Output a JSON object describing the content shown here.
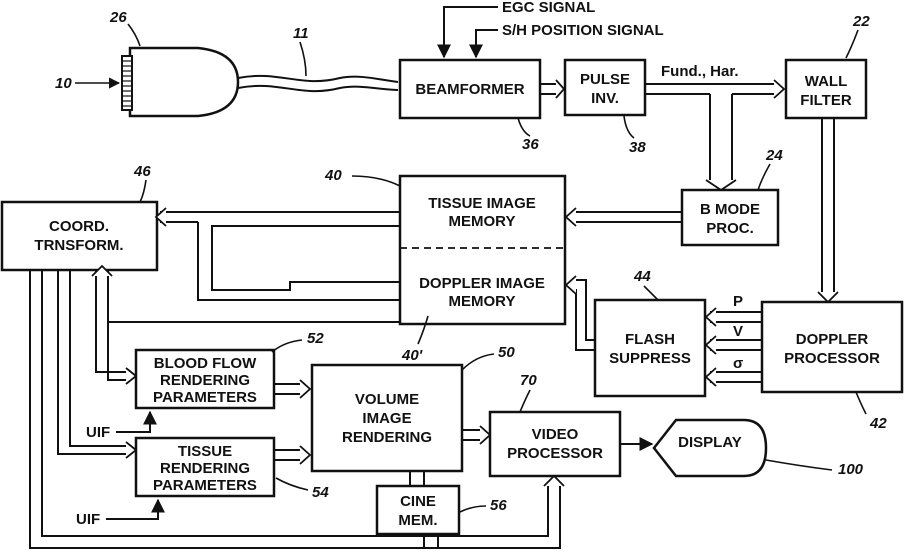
{
  "transducer": {
    "ref_probe": "10",
    "ref_array": "26"
  },
  "cable": {
    "ref": "11"
  },
  "inputs": {
    "egc": "EGC SIGNAL",
    "sh": "S/H POSITION SIGNAL"
  },
  "beamformer": {
    "label": "BEAMFORMER",
    "ref": "36"
  },
  "pulse_inv": {
    "line1": "PULSE",
    "line2": "INV.",
    "ref": "38"
  },
  "pulse_output_label": "Fund., Har.",
  "wall_filter": {
    "line1": "WALL",
    "line2": "FILTER",
    "ref": "22"
  },
  "bmode": {
    "line1": "B MODE",
    "line2": "PROC.",
    "ref": "24"
  },
  "image_memory": {
    "tissue_line1": "TISSUE IMAGE",
    "tissue_line2": "MEMORY",
    "ref": "40",
    "doppler_line1": "DOPPLER IMAGE",
    "doppler_line2": "MEMORY",
    "ref_doppler": "40'"
  },
  "coord": {
    "line1": "COORD.",
    "line2": "TRNSFORM.",
    "ref": "46"
  },
  "flash": {
    "line1": "FLASH",
    "line2": "SUPPRESS",
    "ref": "44"
  },
  "doppler_proc": {
    "line1": "DOPPLER",
    "line2": "PROCESSOR",
    "ref": "42"
  },
  "doppler_signals": {
    "p": "P",
    "v": "V",
    "sigma": "σ"
  },
  "blood_flow": {
    "line1": "BLOOD FLOW",
    "line2": "RENDERING",
    "line3": "PARAMETERS",
    "ref": "52"
  },
  "tissue_render": {
    "line1": "TISSUE",
    "line2": "RENDERING",
    "line3": "PARAMETERS",
    "ref": "54"
  },
  "uif": {
    "label_a": "UIF",
    "label_b": "UIF"
  },
  "volume": {
    "line1": "VOLUME",
    "line2": "IMAGE",
    "line3": "RENDERING",
    "ref": "50"
  },
  "video": {
    "line1": "VIDEO",
    "line2": "PROCESSOR",
    "ref": "70"
  },
  "display": {
    "label": "DISPLAY",
    "ref": "100"
  },
  "cine": {
    "line1": "CINE",
    "line2": "MEM.",
    "ref": "56"
  }
}
